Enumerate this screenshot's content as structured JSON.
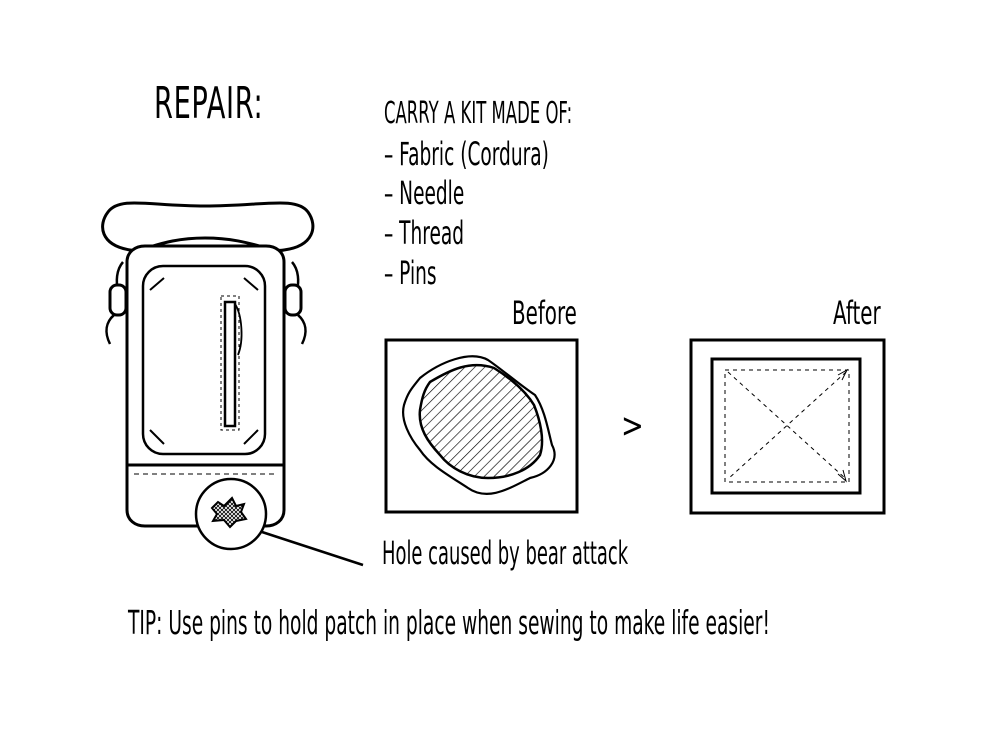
{
  "title": "REPAIR:",
  "kit": {
    "heading": "CARRY A KIT MADE OF:",
    "items": [
      "–  Fabric (Cordura)",
      "–  Needle",
      "–  Thread",
      "–  Pins"
    ]
  },
  "before_label": "Before",
  "after_label": "After",
  "arrow_glyph": ">",
  "hole_label": "Hole caused by bear attack",
  "tip": "TIP: Use pins to hold patch in place when sewing to make life easier!"
}
